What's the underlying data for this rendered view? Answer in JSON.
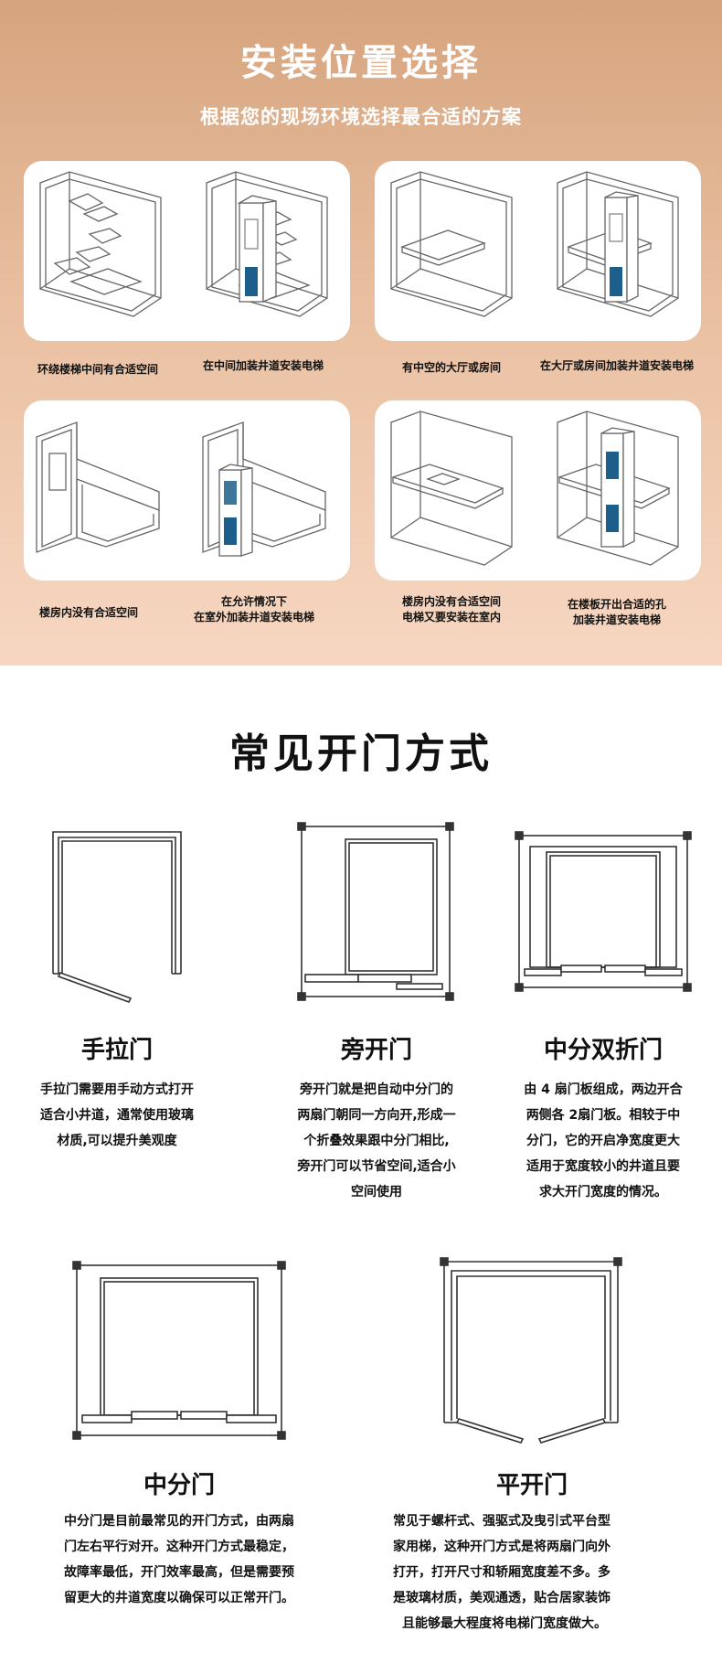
{
  "install": {
    "title": "安装位置选择",
    "subtitle": "根据您的现场环境选择最合适的方案",
    "captions": [
      [
        "环绕楼梯中间有合适空间"
      ],
      [
        "在中间加装井道安装电梯"
      ],
      [
        "有中空的大厅或房间"
      ],
      [
        "在大厅或房间加装井道安装电梯"
      ],
      [
        "楼房内没有合适空间"
      ],
      [
        "在允许情况下",
        "在室外加装井道安装电梯"
      ],
      [
        "楼房内没有合适空间",
        "电梯又要安装在室内"
      ],
      [
        "在楼板开出合适的孔",
        "加装井道安装电梯"
      ]
    ]
  },
  "doors": {
    "title": "常见开门方式",
    "items": [
      {
        "name": "手拉门",
        "desc": [
          "手拉门需要用手动方式打开",
          "适合小井道，通常使用玻璃",
          "材质,可以提升美观度"
        ]
      },
      {
        "name": "旁开门",
        "desc": [
          "旁开门就是把自动中分门的",
          "两扇门朝同一方向开,形成一",
          "个折叠效果跟中分门相比,",
          "旁开门可以节省空间,适合小",
          "空间使用"
        ]
      },
      {
        "name": "中分双折门",
        "desc": [
          "由 4 扇门板组成，两边开合",
          "两侧各 2扇门板。相较于中",
          "分门，它的开启净宽度更大",
          "适用于宽度较小的井道且要",
          "求大开门宽度的情况。"
        ]
      },
      {
        "name": "中分门",
        "desc": [
          "中分门是目前最常见的开门方式，由两扇",
          "门左右平行对开。这种开门方式最稳定，",
          "故障率最低，开门效率最高，但是需要预",
          "留更大的井道宽度以确保可以正常开门。"
        ]
      },
      {
        "name": "平开门",
        "desc": [
          "常见于螺杆式、强驱式及曳引式平台型",
          "家用梯，这种开门方式是将两扇门向外",
          "打开，打开尺寸和轿厢宽度差不多。多",
          "是玻璃材质，美观通透，贴合居家装饰",
          "且能够最大程度将电梯门宽度做大。"
        ]
      }
    ]
  },
  "colors": {
    "accent_blue": "#1d5f8a",
    "top_bg": "#d6a47e"
  }
}
